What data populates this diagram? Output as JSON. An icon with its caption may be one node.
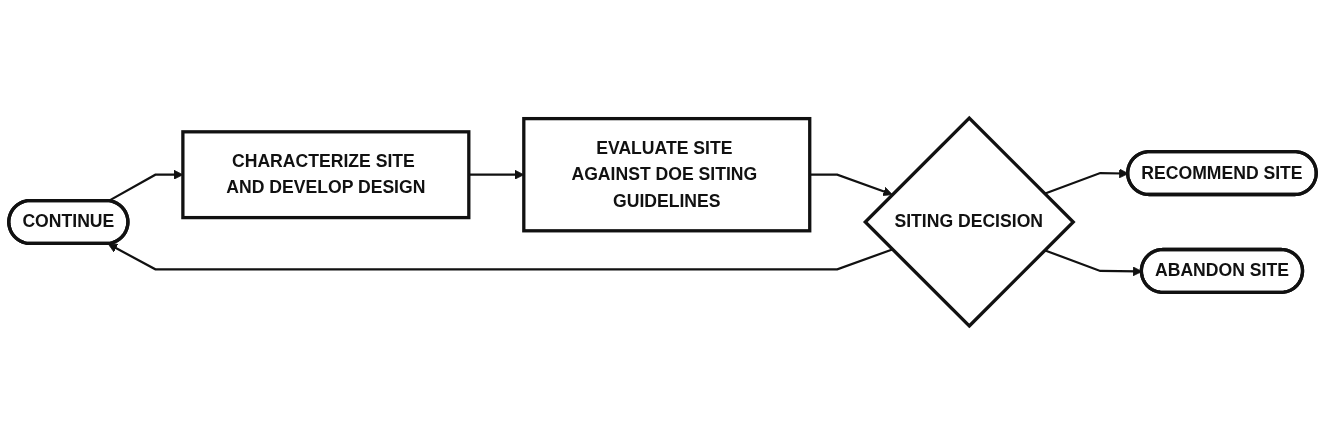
{
  "diagram": {
    "nodes": [
      {
        "text": [
          "CONTINUE"
        ]
      },
      {
        "text": [
          "CHARACTERIZE SITE AND DEVELOP DESIGN"
        ]
      },
      {
        "text": [
          "EVALUATE SITE AGAINST DOE SITING GUIDELINES"
        ]
      },
      {
        "text": [
          "SITING DECISION"
        ]
      },
      {
        "text": [
          "RECOMMEND SITE"
        ]
      },
      {
        "text": [
          "ABANDON SITE"
        ]
      }
    ],
    "edges": [
      {
        "from": 0,
        "to": 1,
        "arrow": "to"
      },
      {
        "from": 1,
        "to": 2,
        "arrow": "to"
      },
      {
        "from": 2,
        "to": 3,
        "arrow": "to"
      },
      {
        "from": 3,
        "to": 0,
        "arrow": "to"
      },
      {
        "from": 3,
        "to": 4,
        "arrow": "to"
      },
      {
        "from": 3,
        "to": 5,
        "arrow": "to"
      }
    ]
  }
}
